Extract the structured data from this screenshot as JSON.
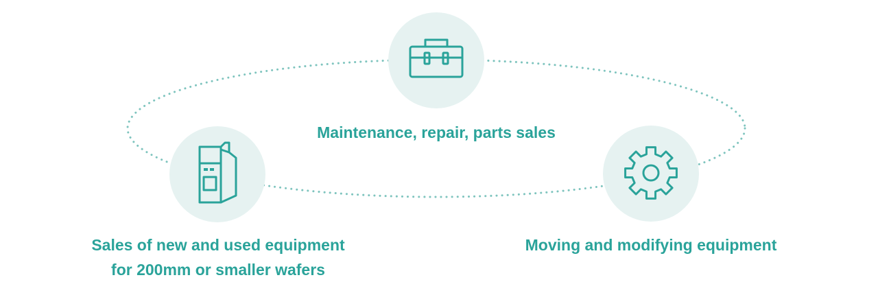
{
  "colors": {
    "accent": "#2aa39a",
    "circle_background": "#e6f2f1",
    "dotted_orbit": "#7ec4be"
  },
  "nodes": [
    {
      "icon": "toolbox-icon",
      "label": "Maintenance, repair, parts sales"
    },
    {
      "icon": "equipment-machine-icon",
      "label_line1": "Sales of new and used equipment",
      "label_line2": "for 200mm or smaller wafers"
    },
    {
      "icon": "gear-icon",
      "label": "Moving and modifying equipment"
    }
  ]
}
